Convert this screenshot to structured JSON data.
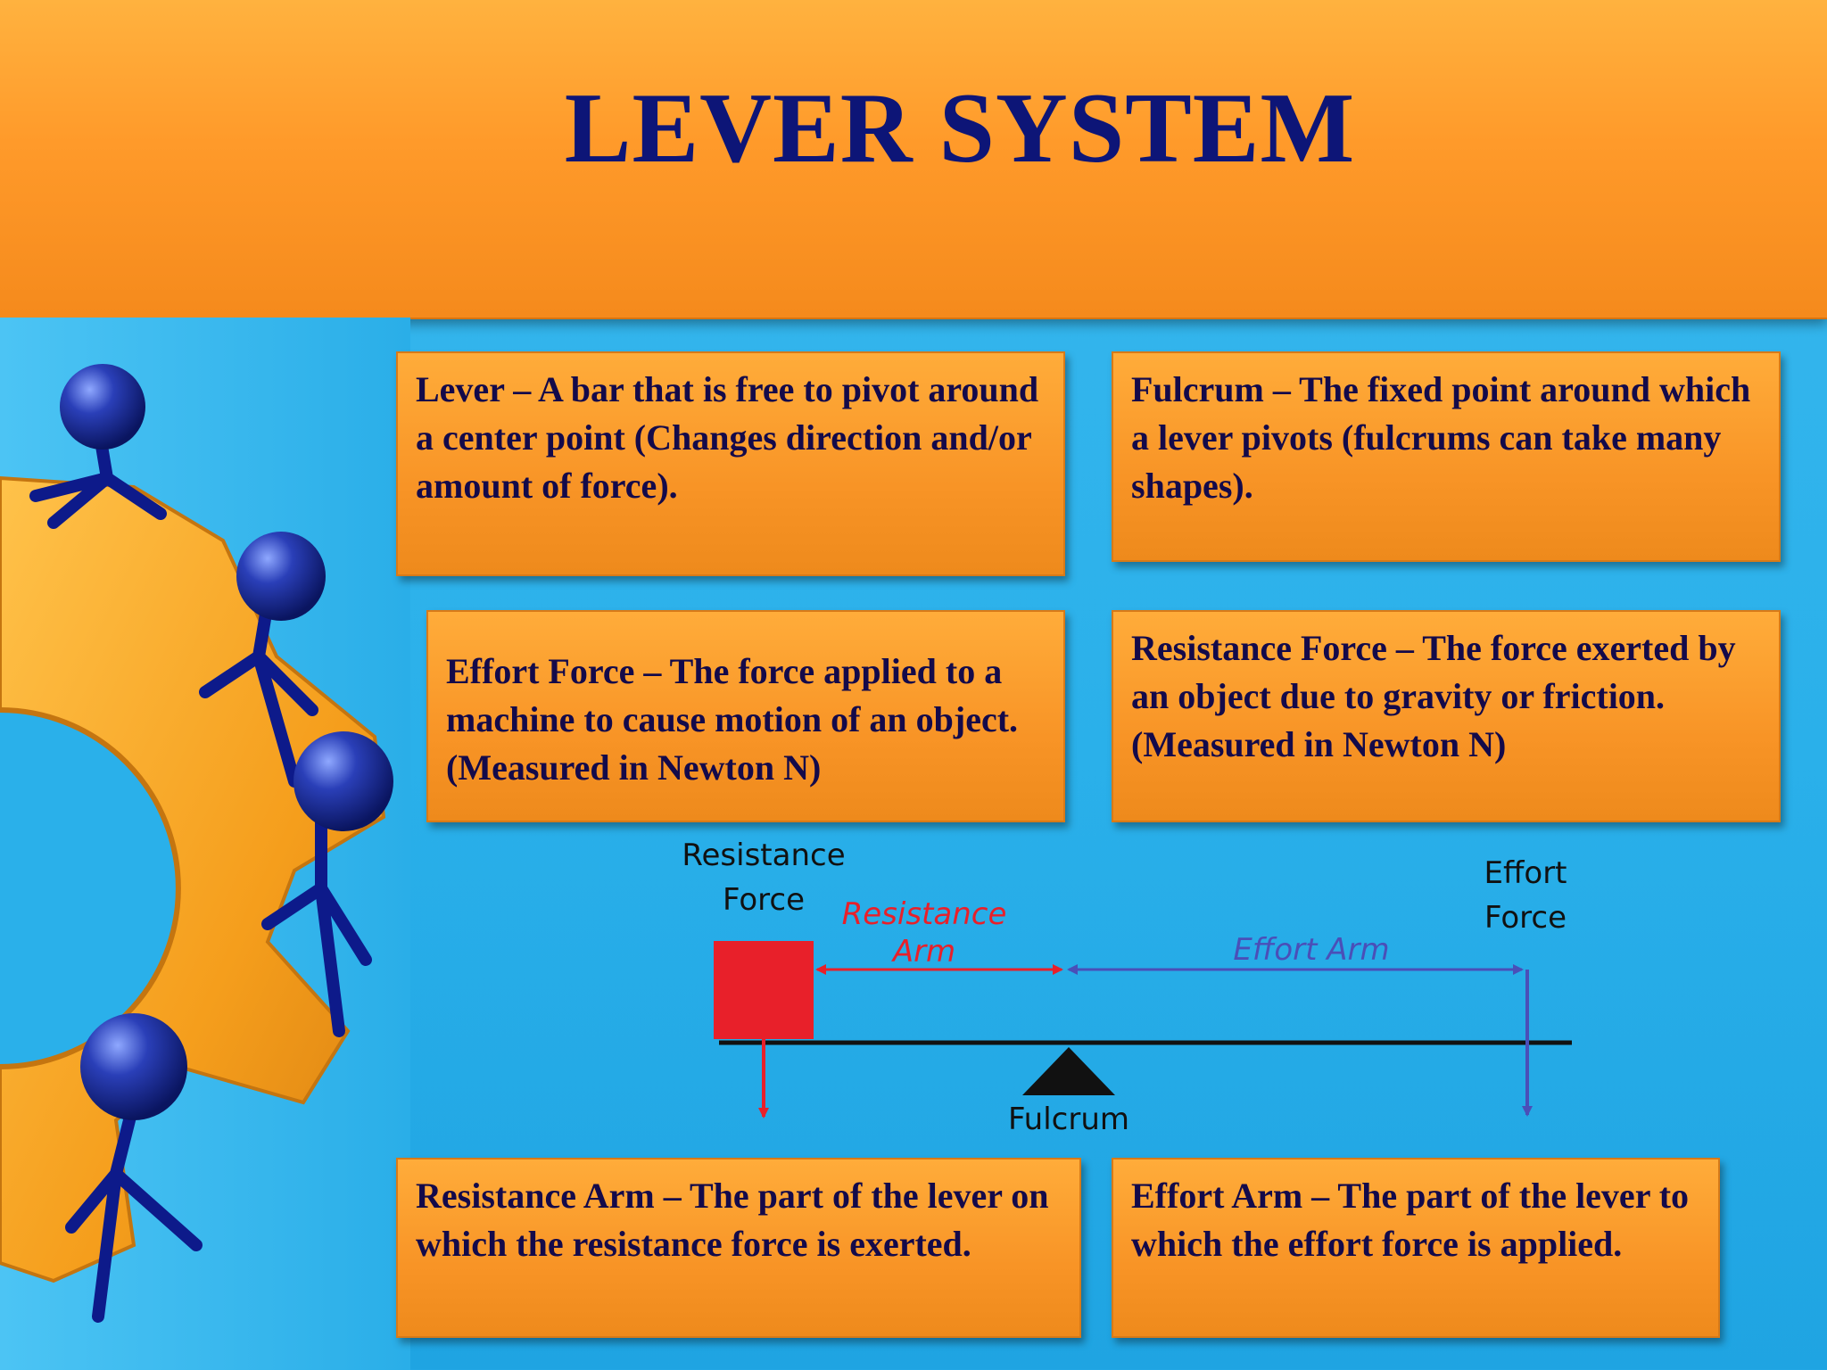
{
  "title": "LEVER SYSTEM",
  "boxes": {
    "lever": "Lever – A bar that is free to pivot around a center point (Changes direction and/or amount of force).",
    "fulcrum": "Fulcrum – The fixed point around which a lever pivots (fulcrums can take many shapes).",
    "effort_force": "Effort Force – The force applied to a machine to cause motion of an object. (Measured in Newton N)",
    "resistance_force": "Resistance Force – The force exerted by an object due to gravity or friction. (Measured in Newton N)",
    "resistance_arm": "Resistance Arm – The part of the lever on which the resistance force is exerted.",
    "effort_arm": "Effort Arm – The part of the lever to which the effort force is applied."
  },
  "diagram": {
    "resistance_force_line1": "Resistance",
    "resistance_force_line2": "Force",
    "resistance_arm_line1": "Resistance",
    "resistance_arm_line2": "Arm",
    "effort_arm": "Effort Arm",
    "effort_force_line1": "Effort",
    "effort_force_line2": "Force",
    "fulcrum": "Fulcrum",
    "colors": {
      "resistance": "#e8202a",
      "effort": "#4a4fb8",
      "beam": "#111111"
    }
  }
}
